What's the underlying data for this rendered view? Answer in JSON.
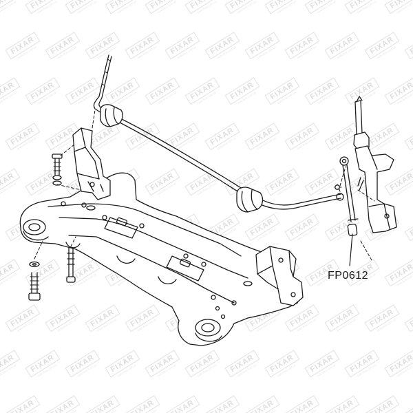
{
  "part_callout": {
    "label": "FP0612"
  },
  "watermark": {
    "brand": "FIXAR",
    "tagline": "www.fixar.com.ua"
  },
  "colors": {
    "line": "#1a1a1a",
    "watermark": "#7a7a7a",
    "background": "#ffffff"
  }
}
